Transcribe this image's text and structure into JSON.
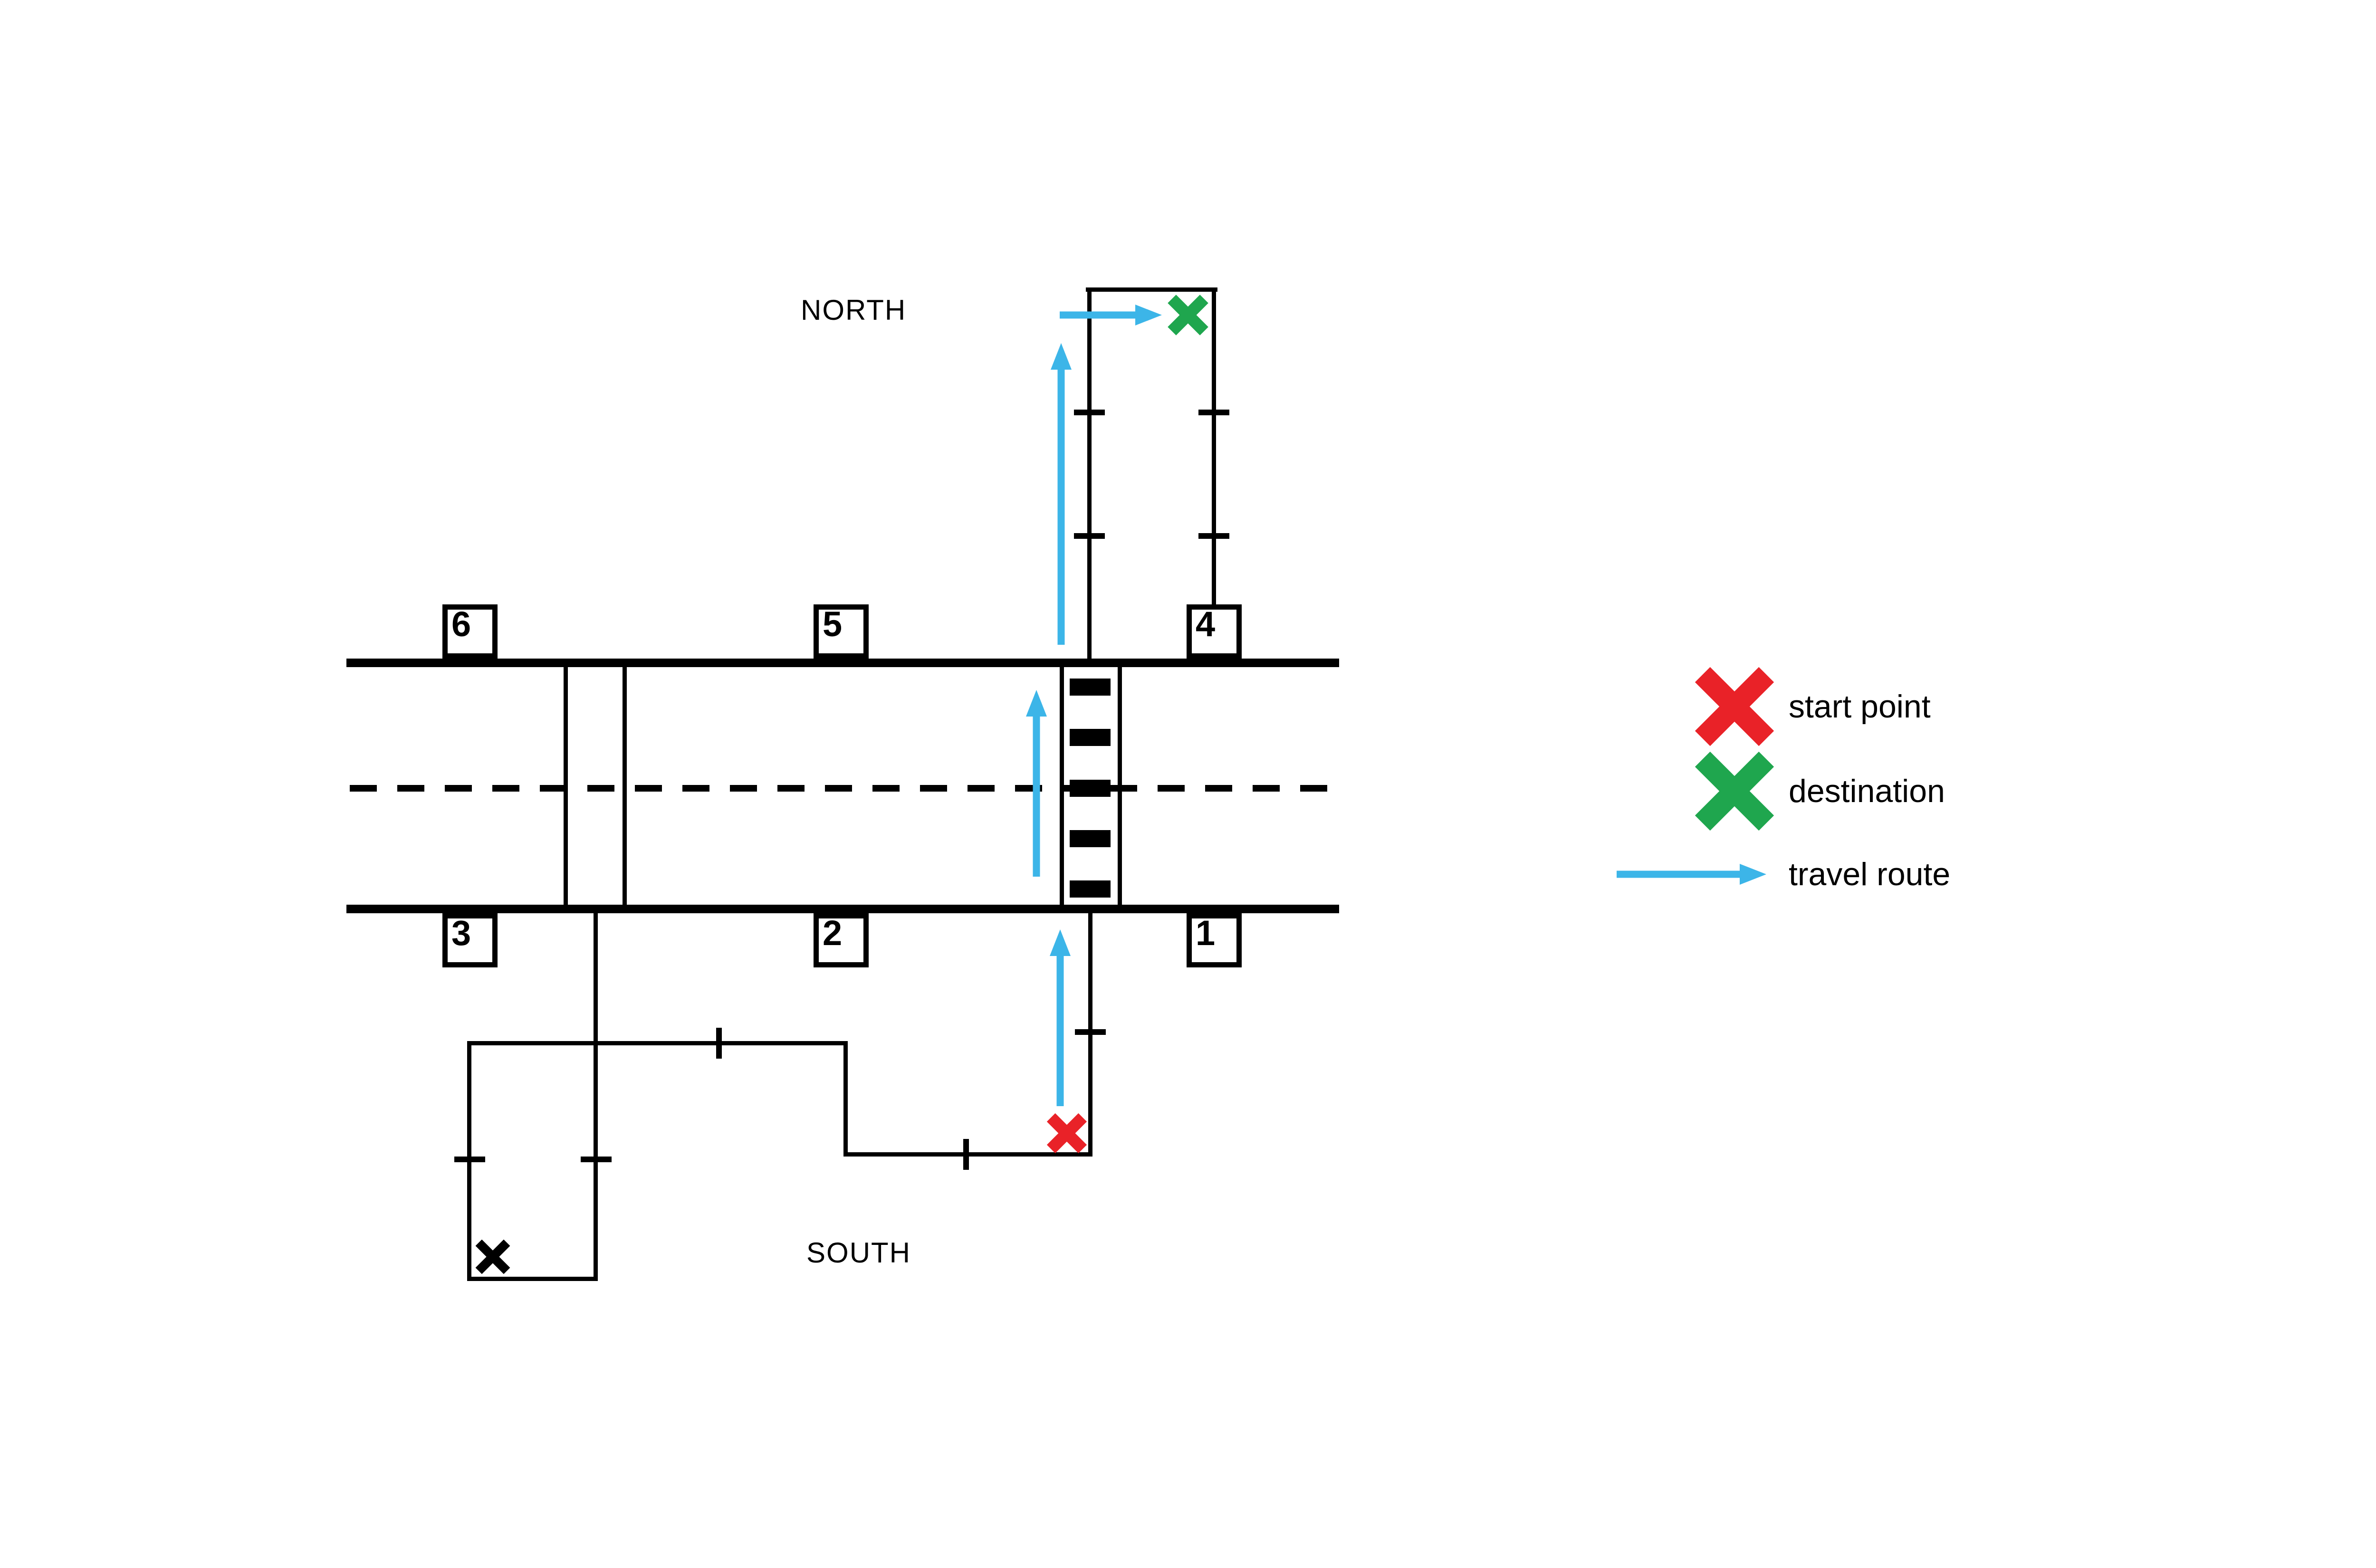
{
  "compass": {
    "north": "NORTH",
    "south": "SOUTH"
  },
  "map": {
    "boxes": [
      {
        "label": "6"
      },
      {
        "label": "5"
      },
      {
        "label": "4"
      },
      {
        "label": "3"
      },
      {
        "label": "2"
      },
      {
        "label": "1"
      }
    ],
    "markers": {
      "start_point": {
        "shape": "x-mark",
        "color": "#e92228"
      },
      "destination": {
        "shape": "x-mark",
        "color": "#1fa64e"
      },
      "unlabeled_cross": {
        "shape": "x-mark",
        "color": "#000000"
      }
    },
    "route": {
      "arrow_color": "#3cb5e8",
      "arrow_count": 4
    }
  },
  "legend": {
    "items": [
      {
        "label": "start point",
        "symbol": "x-mark",
        "color": "#e92228"
      },
      {
        "label": "destination",
        "symbol": "x-mark",
        "color": "#1fa64e"
      },
      {
        "label": "travel route",
        "symbol": "arrow-right",
        "color": "#3cb5e8"
      }
    ]
  },
  "colors": {
    "background": "#ffffff",
    "line": "#000000",
    "route_blue": "#3cb5e8",
    "start_red": "#e92228",
    "destination_green": "#1fa64e"
  }
}
